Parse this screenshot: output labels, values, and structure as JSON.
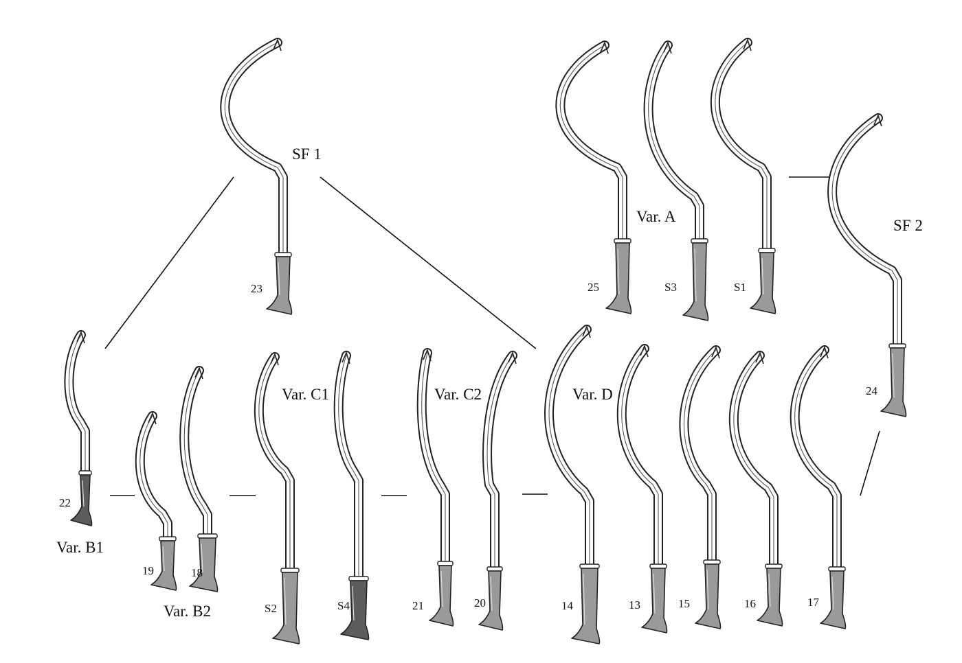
{
  "colors": {
    "line": "#222222",
    "handle": "#9a9a9a",
    "handle_dark": "#5c5c5c",
    "background": "#ffffff"
  },
  "groups": {
    "sf1": "SF 1",
    "sf2": "SF 2",
    "var_a": "Var. A",
    "var_b1": "Var. B1",
    "var_b2": "Var. B2",
    "var_c1": "Var. C1",
    "var_c2": "Var. C2",
    "var_d": "Var. D"
  },
  "swords": [
    {
      "id": "23",
      "label": "23",
      "group": "SF 1"
    },
    {
      "id": "25",
      "label": "25",
      "group": "Var. A"
    },
    {
      "id": "S3",
      "label": "S3",
      "group": "Var. A"
    },
    {
      "id": "S1",
      "label": "S1",
      "group": "Var. A"
    },
    {
      "id": "24",
      "label": "24",
      "group": "SF 2"
    },
    {
      "id": "22",
      "label": "22",
      "group": "Var. B1"
    },
    {
      "id": "19",
      "label": "19",
      "group": "Var. B2"
    },
    {
      "id": "18",
      "label": "18",
      "group": "Var. B2"
    },
    {
      "id": "S2",
      "label": "S2",
      "group": "Var. C1"
    },
    {
      "id": "S4",
      "label": "S4",
      "group": "Var. C1"
    },
    {
      "id": "21",
      "label": "21",
      "group": "Var. C2"
    },
    {
      "id": "20",
      "label": "20",
      "group": "Var. C2"
    },
    {
      "id": "14",
      "label": "14",
      "group": "Var. D"
    },
    {
      "id": "13",
      "label": "13",
      "group": "Var. D"
    },
    {
      "id": "15",
      "label": "15",
      "group": "Var. D"
    },
    {
      "id": "16",
      "label": "16",
      "group": "Var. D"
    },
    {
      "id": "17",
      "label": "17",
      "group": "Var. D"
    }
  ]
}
